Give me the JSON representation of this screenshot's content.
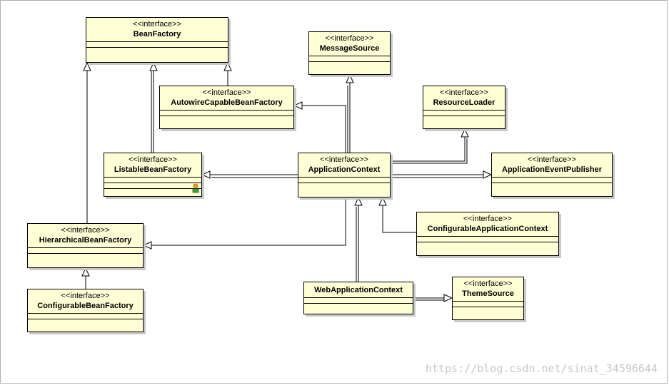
{
  "stereotype": "<<interface>>",
  "classes": {
    "bean_factory": "BeanFactory",
    "message_source": "MessageSource",
    "autowire_capable_bean_factory": "AutowireCapableBeanFactory",
    "resource_loader": "ResourceLoader",
    "listable_bean_factory": "ListableBeanFactory",
    "application_context": "ApplicationContext",
    "application_event_publisher": "ApplicationEventPublisher",
    "hierarchical_bean_factory": "HierarchicalBeanFactory",
    "configurable_application_context": "ConfigurableApplicationContext",
    "configurable_bean_factory": "ConfigurableBeanFactory",
    "web_application_context": "WebApplicationContext",
    "theme_source": "ThemeSource"
  },
  "watermark": "https://blog.csdn.net/sinat_34596644"
}
